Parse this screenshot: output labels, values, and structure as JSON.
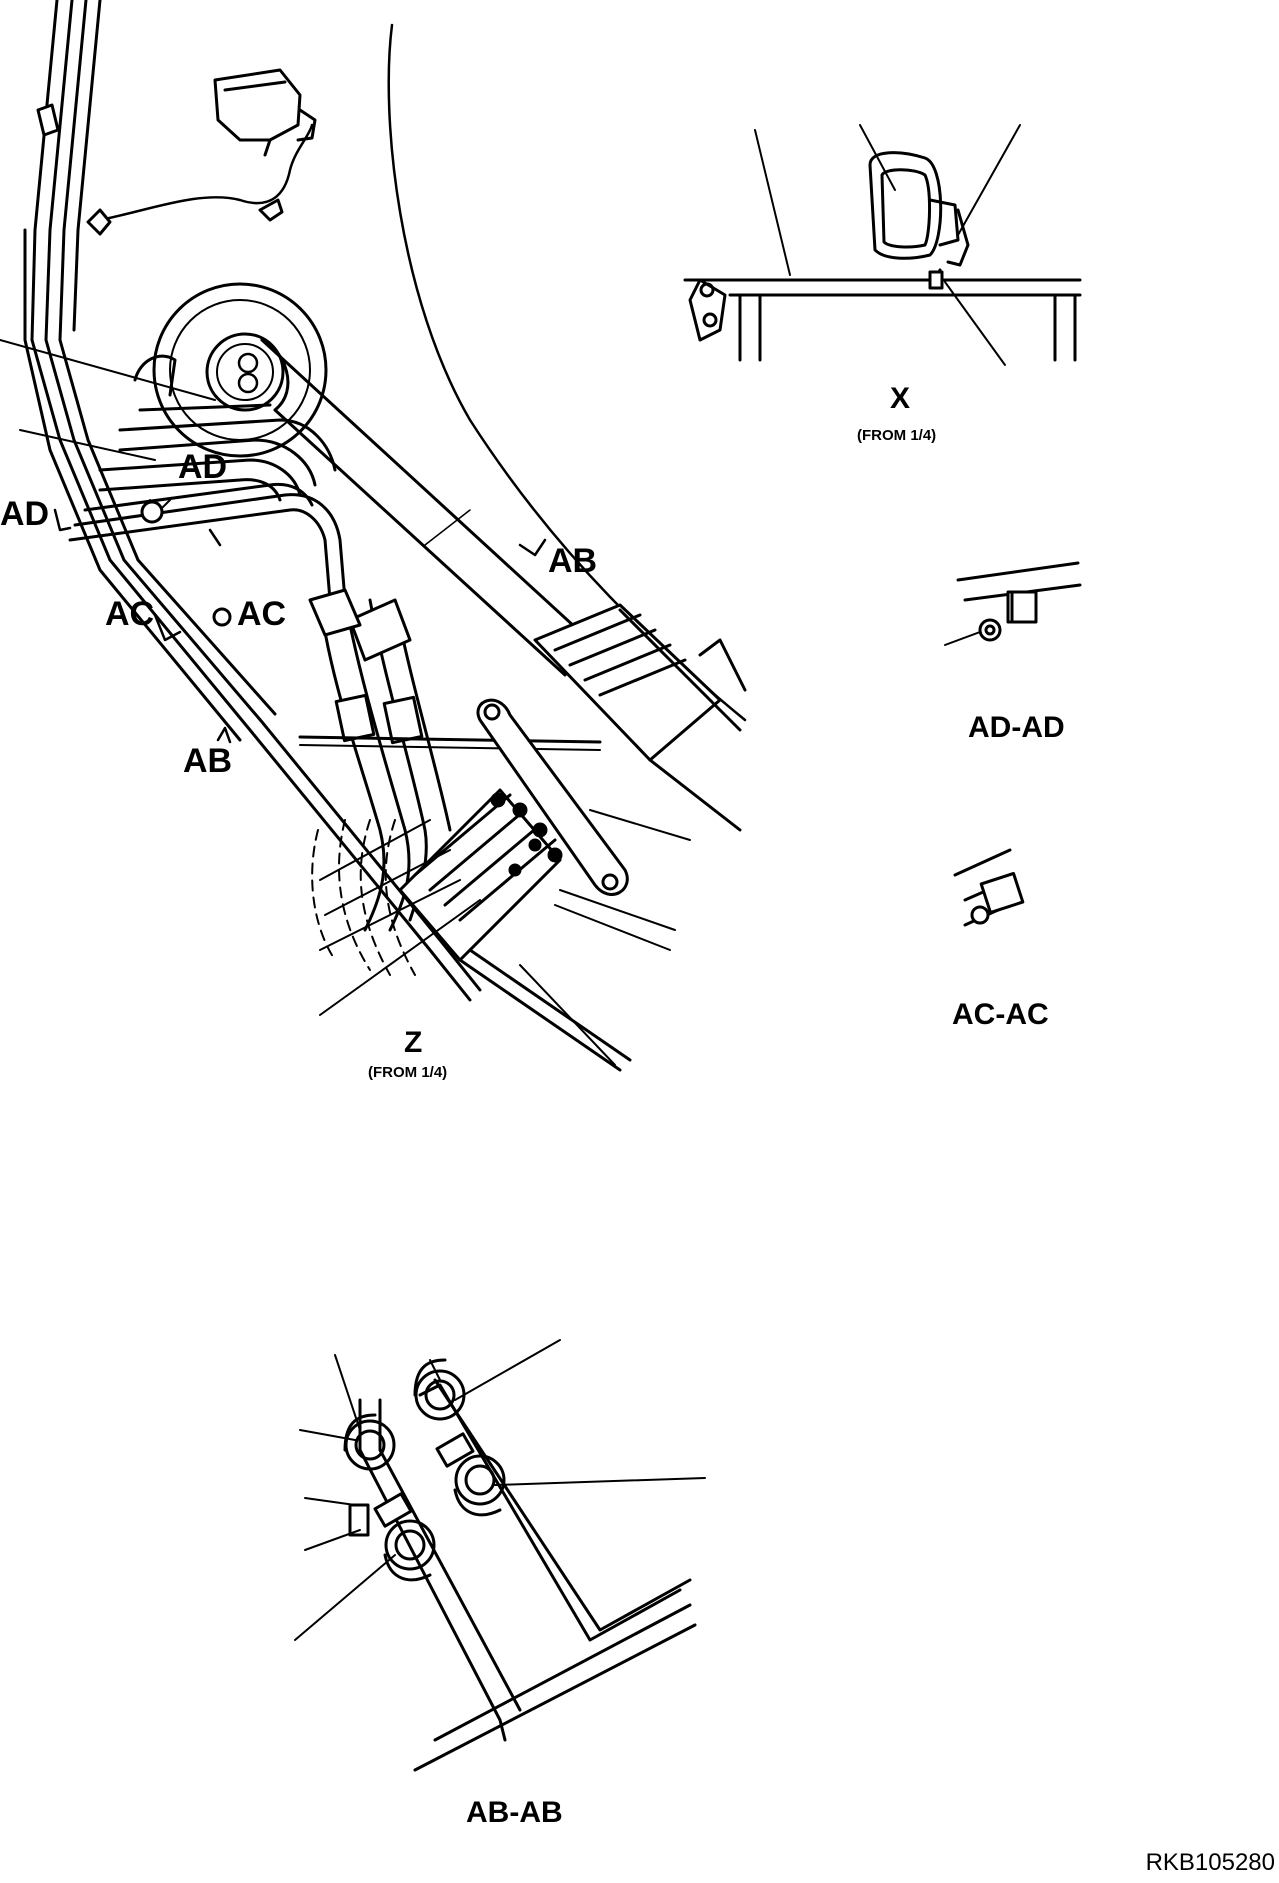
{
  "labels": {
    "ad_left": "AD",
    "ad_top": "AD",
    "ac_left": "AC",
    "ac_right": "AC",
    "ab_upper": "AB",
    "ab_lower": "AB"
  },
  "views": {
    "x": {
      "title": "X",
      "note": "(FROM 1/4)"
    },
    "z": {
      "title": "Z",
      "note": "(FROM 1/4)"
    },
    "ad_ad": {
      "title": "AD-AD"
    },
    "ac_ac": {
      "title": "AC-AC"
    },
    "ab_ab": {
      "title": "AB-AB"
    }
  },
  "drawing_code": "RKB105280",
  "colors": {
    "ink": "#000000",
    "paper": "#ffffff"
  }
}
